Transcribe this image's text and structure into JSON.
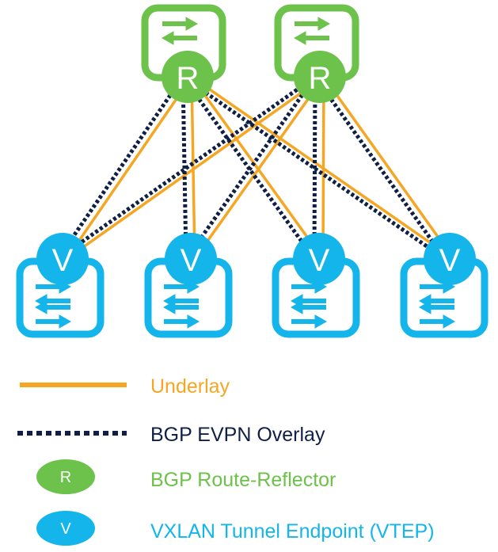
{
  "colors": {
    "underlay": "#F5A623",
    "overlay": "#0F1F45",
    "route_reflector": "#6CC24A",
    "vtep": "#13B5EA"
  },
  "nodes": {
    "route_reflector_letter": "R",
    "vtep_letter": "V"
  },
  "legend": {
    "underlay": "Underlay",
    "overlay": "BGP EVPN Overlay",
    "route_reflector": "BGP Route-Reflector",
    "vtep": "VXLAN Tunnel Endpoint (VTEP)",
    "rr_symbol": "R",
    "vtep_symbol": "V"
  }
}
